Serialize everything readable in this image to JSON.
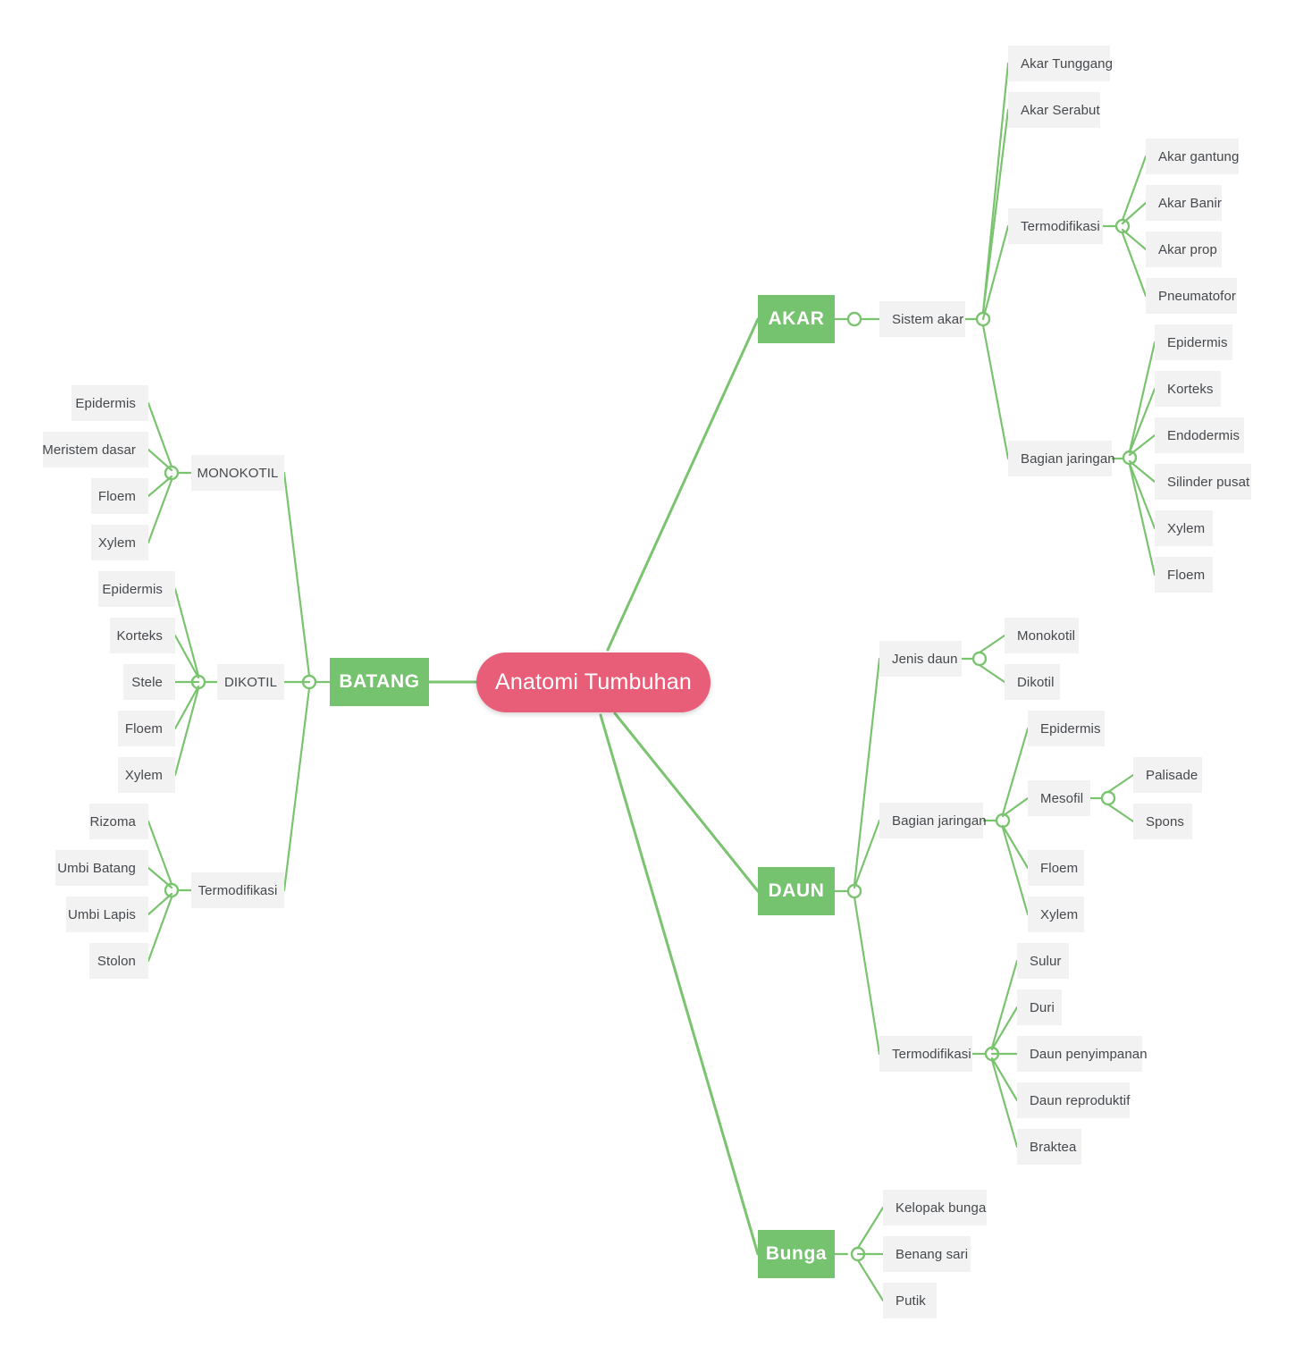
{
  "diagram": {
    "title": "Anatomi Tumbuhan",
    "type": "mind-map",
    "colors": {
      "root": "#e85d78",
      "branch": "#76c36f",
      "edge": "#7ac36f",
      "leaf_background": "#f2f2f2",
      "leaf_text": "#45494d",
      "canvas": "#ffffff"
    }
  },
  "root": {
    "label": "Anatomi Tumbuhan"
  },
  "branches": {
    "akar": {
      "label": "AKAR",
      "children": {
        "sistem_akar": {
          "label": "Sistem akar",
          "children": [
            {
              "label": "Akar Tunggang"
            },
            {
              "label": "Akar Serabut"
            },
            {
              "label": "Termodifikasi",
              "children": [
                {
                  "label": "Akar gantung"
                },
                {
                  "label": "Akar Banir"
                },
                {
                  "label": "Akar prop"
                },
                {
                  "label": "Pneumatofor"
                }
              ]
            },
            {
              "label": "Bagian jaringan",
              "children": [
                {
                  "label": "Epidermis"
                },
                {
                  "label": "Korteks"
                },
                {
                  "label": "Endodermis"
                },
                {
                  "label": "Silinder pusat"
                },
                {
                  "label": "Xylem"
                },
                {
                  "label": "Floem"
                }
              ]
            }
          ]
        }
      }
    },
    "batang": {
      "label": "BATANG",
      "children": [
        {
          "label": "MONOKOTIL",
          "children": [
            {
              "label": "Epidermis"
            },
            {
              "label": "Meristem dasar"
            },
            {
              "label": "Floem"
            },
            {
              "label": "Xylem"
            }
          ]
        },
        {
          "label": "DIKOTIL",
          "children": [
            {
              "label": "Epidermis"
            },
            {
              "label": "Korteks"
            },
            {
              "label": "Stele"
            },
            {
              "label": "Floem"
            },
            {
              "label": "Xylem"
            }
          ]
        },
        {
          "label": "Termodifikasi",
          "children": [
            {
              "label": "Rizoma"
            },
            {
              "label": "Umbi Batang"
            },
            {
              "label": "Umbi Lapis"
            },
            {
              "label": "Stolon"
            }
          ]
        }
      ]
    },
    "daun": {
      "label": "DAUN",
      "children": [
        {
          "label": "Jenis daun",
          "children": [
            {
              "label": "Monokotil"
            },
            {
              "label": "Dikotil"
            }
          ]
        },
        {
          "label": "Bagian jaringan",
          "children": [
            {
              "label": "Epidermis"
            },
            {
              "label": "Mesofil",
              "children": [
                {
                  "label": "Palisade"
                },
                {
                  "label": "Spons"
                }
              ]
            },
            {
              "label": "Floem"
            },
            {
              "label": "Xylem"
            }
          ]
        },
        {
          "label": "Termodifikasi",
          "children": [
            {
              "label": "Sulur"
            },
            {
              "label": "Duri"
            },
            {
              "label": "Daun penyimpanan"
            },
            {
              "label": "Daun reproduktif"
            },
            {
              "label": "Braktea"
            }
          ]
        }
      ]
    },
    "bunga": {
      "label": "Bunga",
      "children": [
        {
          "label": "Kelopak bunga"
        },
        {
          "label": "Benang sari"
        },
        {
          "label": "Putik"
        }
      ]
    }
  }
}
